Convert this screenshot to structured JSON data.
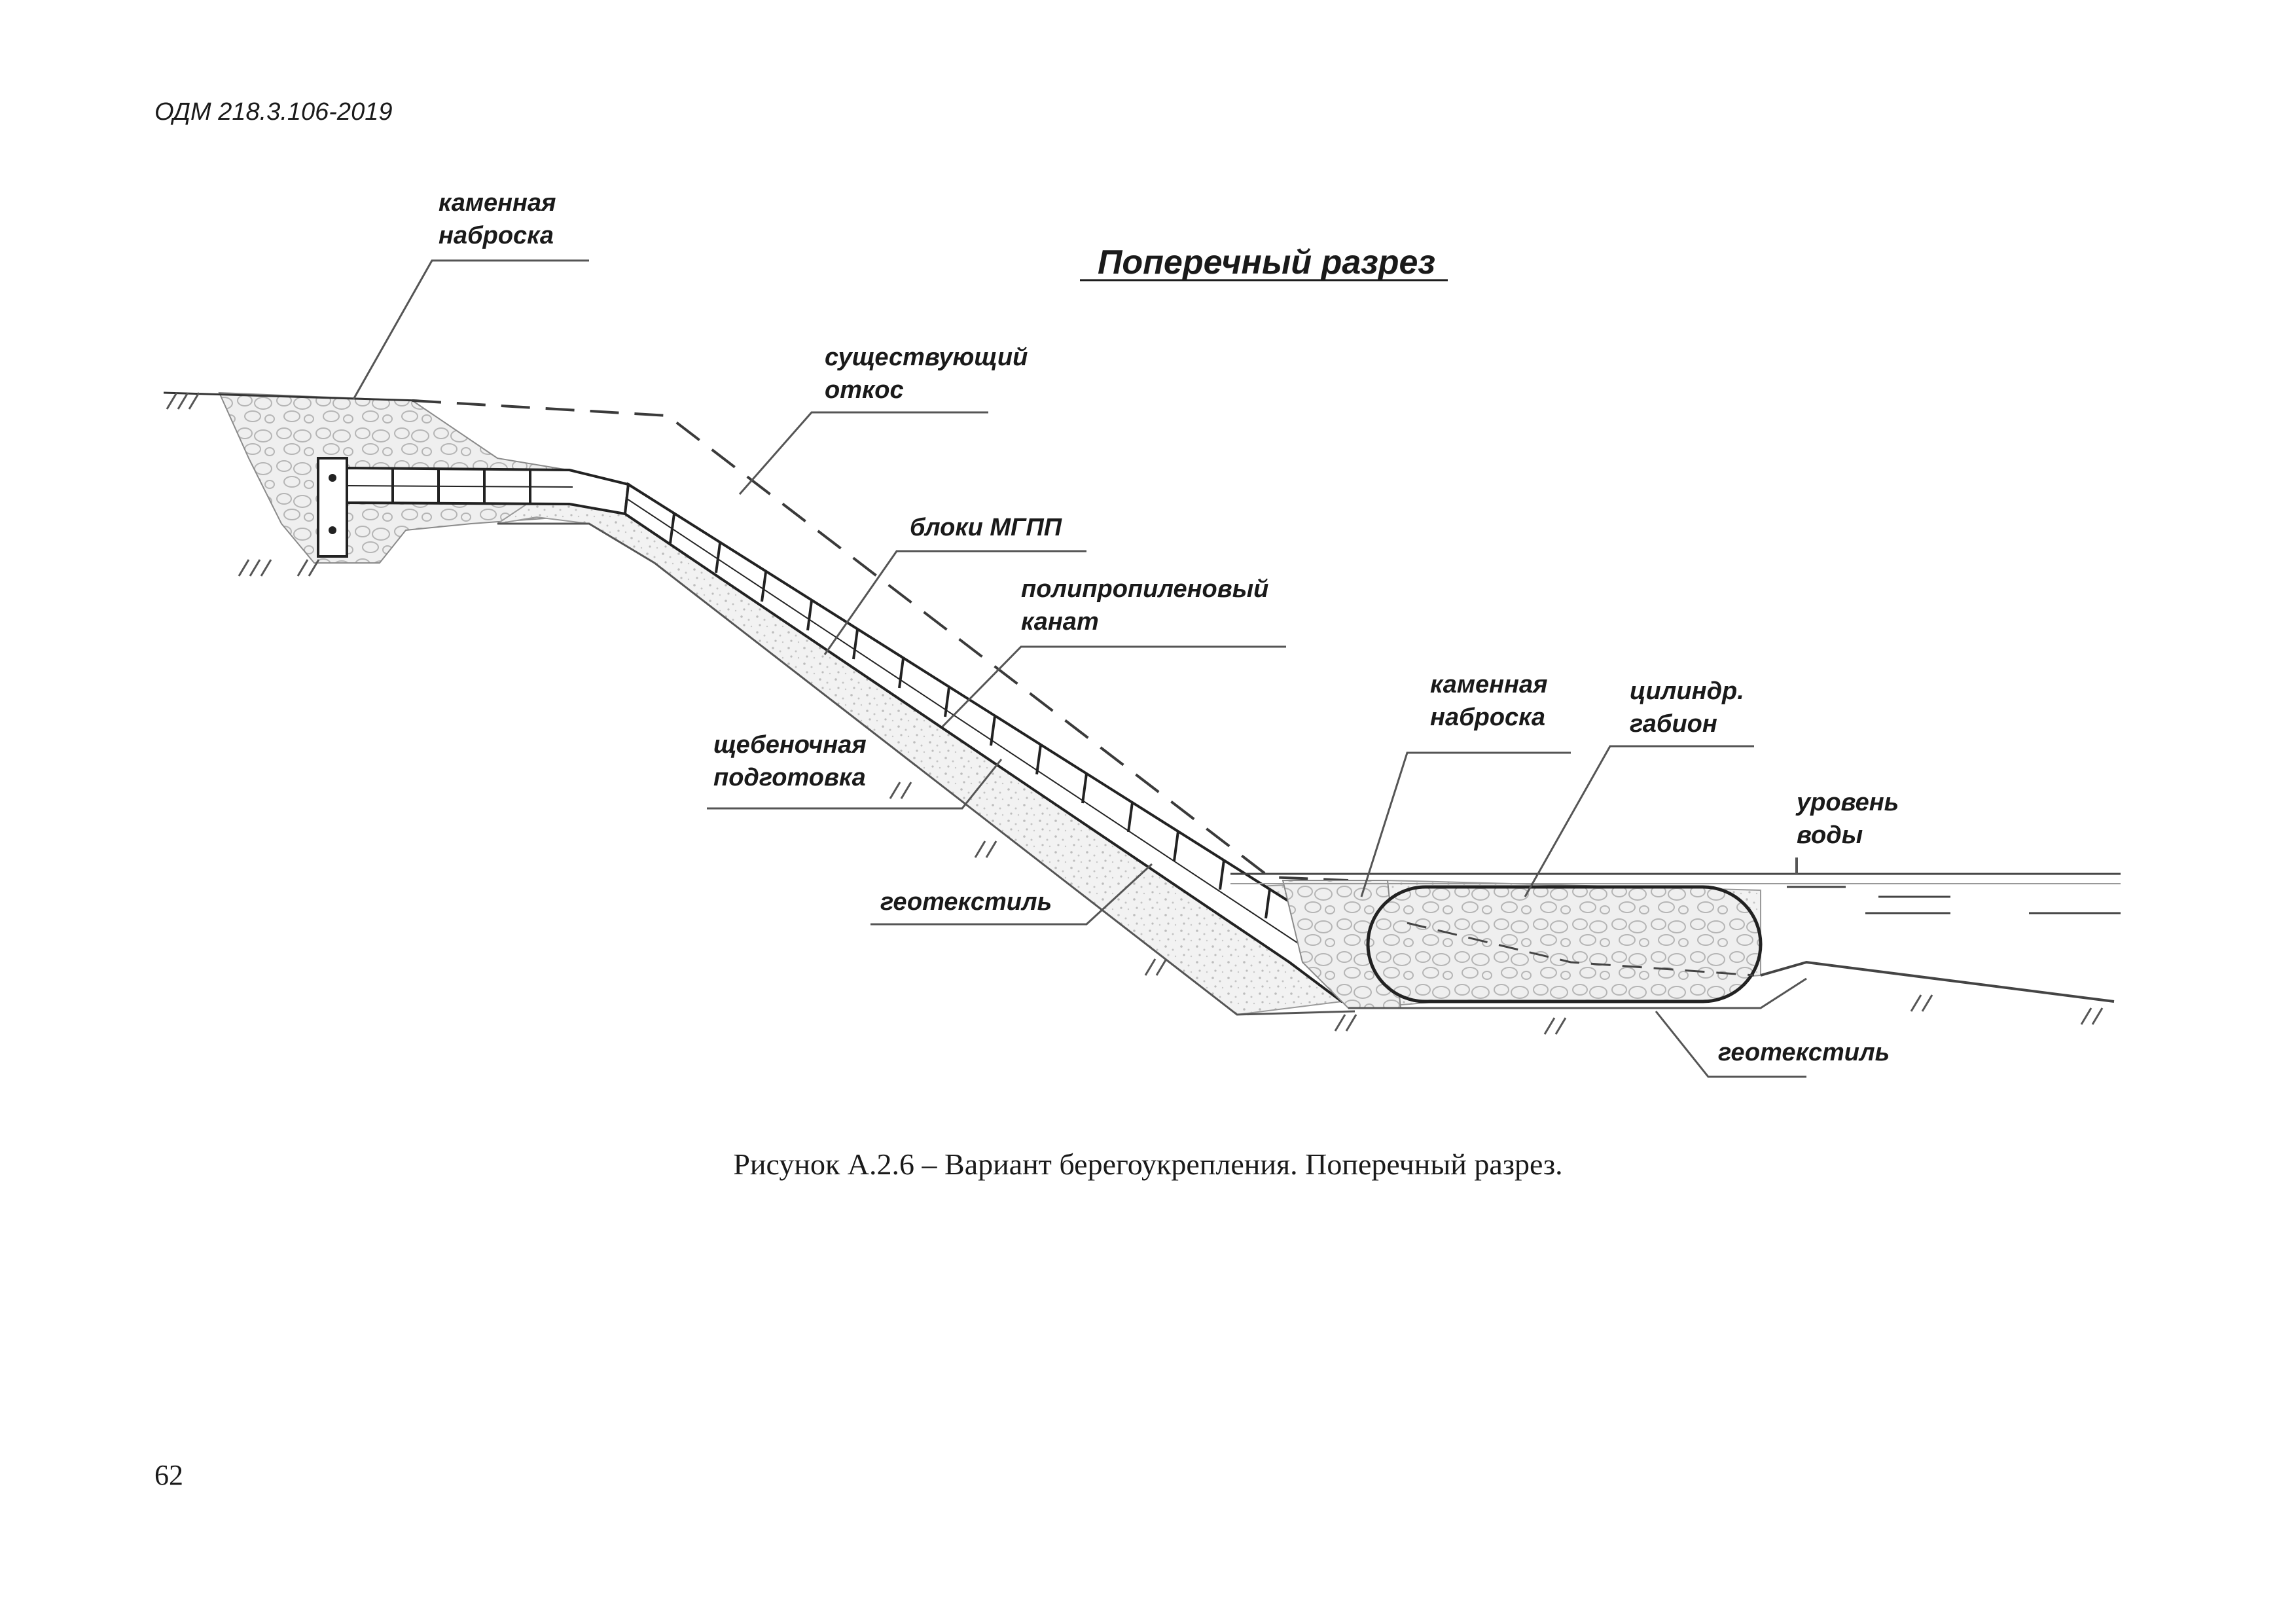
{
  "header": {
    "doc_code": "ОДМ 218.3.106-2019"
  },
  "figure": {
    "title": "Поперечный разрез",
    "labels": {
      "stone_fill_top_1": "каменная",
      "stone_fill_top_2": "наброска",
      "existing_slope_1": "существующий",
      "existing_slope_2": "откос",
      "blocks": "блоки МГПП",
      "rope_1": "полипропиленовый",
      "rope_2": "канат",
      "gravel_1": "щебеночная",
      "gravel_2": "подготовка",
      "geotextile_slope": "геотекстиль",
      "stone_fill_bottom_1": "каменная",
      "stone_fill_bottom_2": "наброска",
      "gabion_1": "цилиндр.",
      "gabion_2": "габион",
      "water_level_1": "уровень",
      "water_level_2": "воды",
      "geotextile_bottom": "геотекстиль"
    }
  },
  "caption": "Рисунок А.2.6 – Вариант берегоукрепления. Поперечный разрез.",
  "page_number": "62"
}
